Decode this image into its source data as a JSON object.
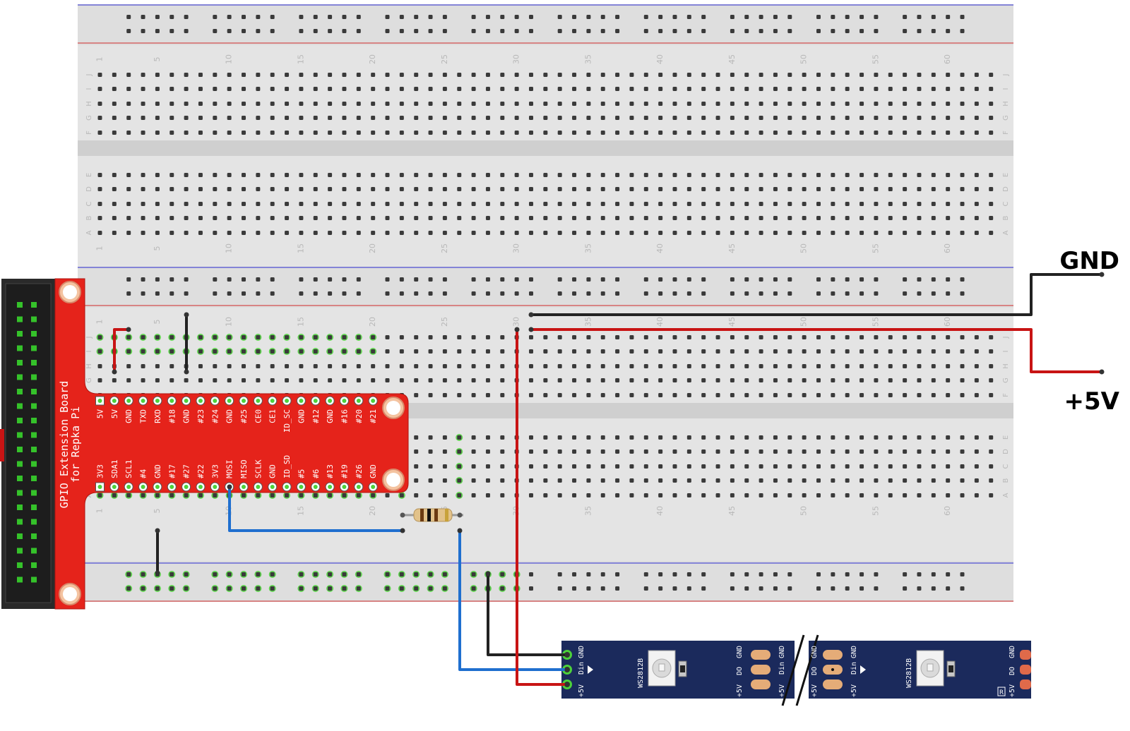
{
  "breadboard": {
    "top_half": {
      "column_numbers": [
        "1",
        "5",
        "10",
        "15",
        "20",
        "25",
        "30",
        "35",
        "40",
        "45",
        "50",
        "55",
        "60"
      ],
      "row_letters": [
        "J",
        "I",
        "H",
        "G",
        "F",
        "E",
        "D",
        "C",
        "B",
        "A"
      ]
    },
    "bottom_half": {
      "column_numbers": [
        "1",
        "5",
        "10",
        "15",
        "20",
        "25",
        "30",
        "35",
        "40",
        "45",
        "50",
        "55",
        "60"
      ],
      "row_letters": [
        "J",
        "I",
        "H",
        "G",
        "F",
        "E",
        "D",
        "C",
        "B",
        "A"
      ]
    }
  },
  "gpio_board": {
    "title_line1": "GPIO Extension Board",
    "title_line2": "for Repka Pi",
    "top_pins": [
      "5V",
      "5V",
      "GND",
      "TXD",
      "RXD",
      "#18",
      "GND",
      "#23",
      "#24",
      "GND",
      "#25",
      "CE0",
      "CE1",
      "ID_SC",
      "GND",
      "#12",
      "GND",
      "#16",
      "#20",
      "#21"
    ],
    "bottom_pins": [
      "3V3",
      "SDA1",
      "SCL1",
      "#4",
      "GND",
      "#17",
      "#27",
      "#22",
      "3V3",
      "MOSI",
      "MISO",
      "SCLK",
      "GND",
      "ID_SD",
      "#5",
      "#6",
      "#13",
      "#19",
      "#26",
      "GND"
    ]
  },
  "labels": {
    "gnd": "GND",
    "plus5v": "+5V"
  },
  "led_strip": {
    "input_pins": [
      "+5V",
      "Din",
      "GND"
    ],
    "output_pins": [
      "+5V",
      "DO",
      "GND"
    ],
    "chip_label": "WS2812B",
    "end_mark": "R"
  },
  "colors": {
    "wire_black": "#222222",
    "wire_red": "#c81414",
    "wire_blue": "#1f6fcf",
    "board_red": "#e5231b",
    "strip_blue": "#1b2a5c",
    "breadboard": "#e4e4e4",
    "highlight_green": "#4cd13a"
  }
}
